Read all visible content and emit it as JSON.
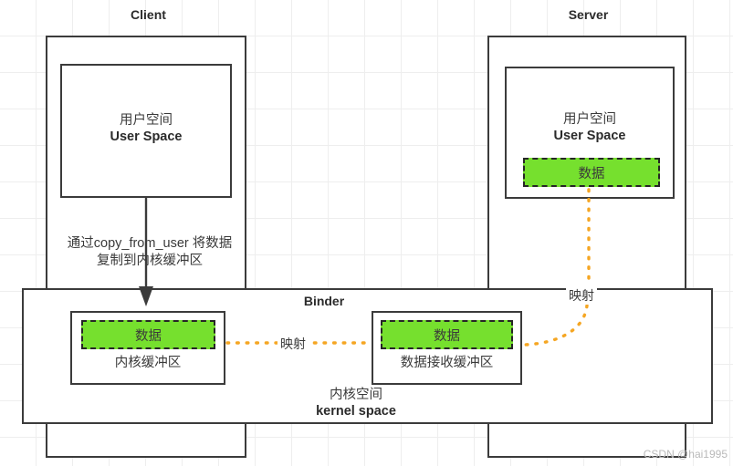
{
  "diagram": {
    "title_client": "Client",
    "title_server": "Server",
    "binder_label": "Binder",
    "kernel_space_cn": "内核空间",
    "kernel_space_en": "kernel space",
    "user_space_cn": "用户空间",
    "user_space_en": "User Space",
    "data_chip_label": "数据",
    "kernel_buffer_label": "内核缓冲区",
    "recv_buffer_label": "数据接收缓冲区",
    "copy_note_line1": "通过copy_from_user 将数据",
    "copy_note_line2": "复制到内核缓冲区",
    "map_label_center": "映射",
    "map_label_right": "映射",
    "watermark": "CSDN @hai1995"
  },
  "colors": {
    "stroke": "#3b3b3b",
    "data_green": "#76e02e",
    "dash_black": "#262626",
    "map_orange": "#f5a623",
    "grid": "#eeeeee",
    "text": "#2b2b2b"
  },
  "icons": {
    "arrow_down": "arrow-down-icon",
    "dotted_link": "dotted-mapping-link-icon"
  }
}
